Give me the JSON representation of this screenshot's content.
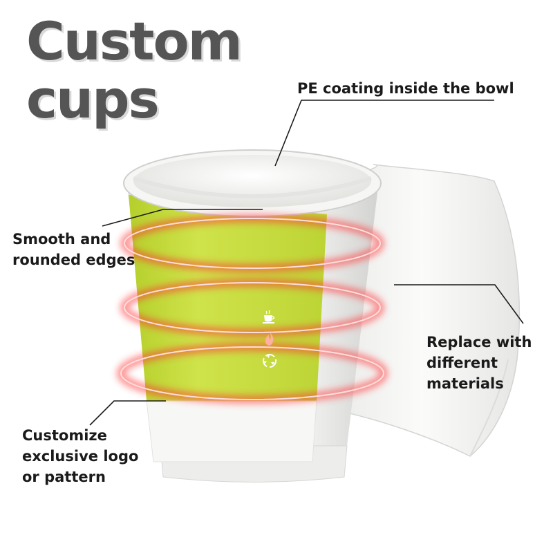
{
  "title": {
    "line1": "Custom",
    "line2": "cups"
  },
  "callouts": {
    "pe_coating": {
      "line1": "PE coating inside the bowl"
    },
    "smooth_edges": {
      "line1": "Smooth and",
      "line2": "rounded edges"
    },
    "replace_materials": {
      "line1": "Replace with",
      "line2": "different",
      "line3": "materials"
    },
    "customize_logo": {
      "line1": "Customize",
      "line2": "exclusive logo",
      "line3": "or pattern"
    }
  },
  "icons": [
    "coffee-cup-icon",
    "flame-icon",
    "recycle-icon"
  ],
  "colors": {
    "title": "#555555",
    "band": "#c8de3c",
    "glow": "#ff2a2a",
    "cup": "#f4f4f2",
    "text": "#1a1a1a"
  }
}
